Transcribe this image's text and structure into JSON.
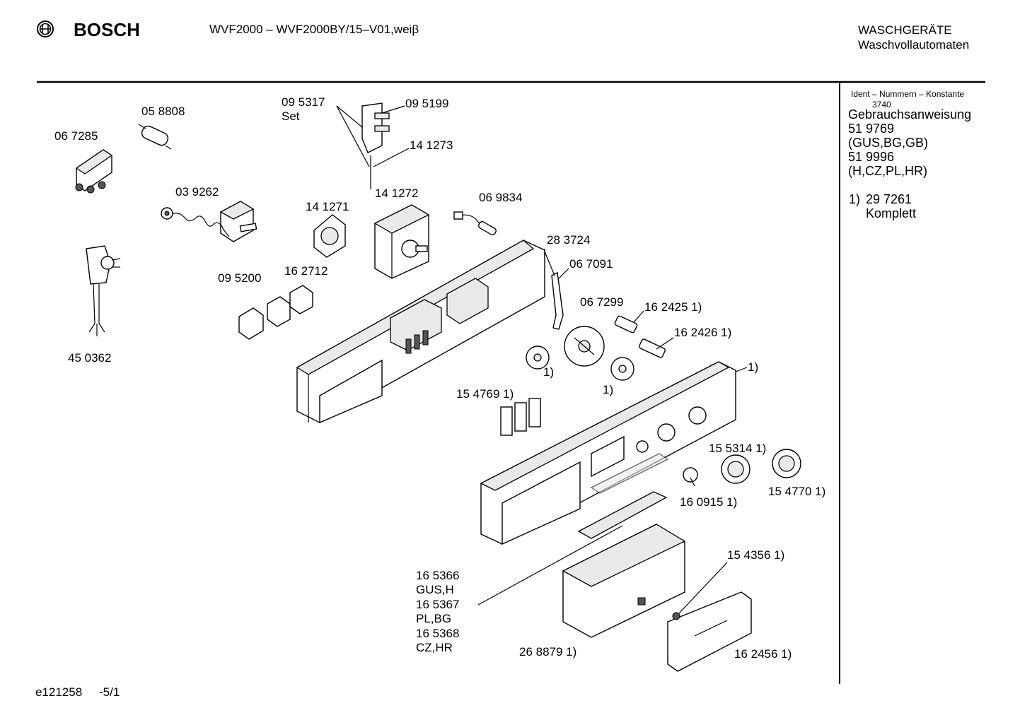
{
  "header": {
    "brand": "BOSCH",
    "model": "WVF2000 – WVF2000BY/15–V01,weiβ",
    "category": "WASCHGERÄTE",
    "subcategory": "Waschvollautomaten"
  },
  "side_panel": {
    "title": "Ident – Nummern – Konstante",
    "constant": "3740",
    "manual_label": "Gebrauchsanweisung",
    "lines": [
      "51 9769",
      "(GUS,BG,GB)",
      "51 9996",
      "(H,CZ,PL,HR)"
    ],
    "footnote_mark": "1)",
    "footnote_number": "29 7261",
    "footnote_text": "Komplett"
  },
  "footer": {
    "code": "e121258",
    "page": "-5/1"
  },
  "parts": {
    "p058808": "05 8808",
    "p067285": "06 7285",
    "p039262": "03 9262",
    "p450362": "45 0362",
    "p095317": "09 5317",
    "p095317_set": "Set",
    "p095199": "09 5199",
    "p141273": "14 1273",
    "p141271": "14 1271",
    "p141272": "14 1272",
    "p069834": "06 9834",
    "p095200": "09 5200",
    "p162712": "16 2712",
    "p283724": "28 3724",
    "p067091": "06 7091",
    "p067299": "06 7299",
    "p162425": "16 2425 1)",
    "p162426": "16 2426 1)",
    "p1_a": "1)",
    "p1_b": "1)",
    "p1_c": "1)",
    "p154769": "15 4769 1)",
    "p155314": "15 5314 1)",
    "p154770": "15 4770 1)",
    "p160915": "16 0915 1)",
    "p154356": "15 4356 1)",
    "p165366": "16 5366",
    "p_gus_h": "GUS,H",
    "p165367": "16 5367",
    "p_pl_bg": "PL,BG",
    "p165368": "16 5368",
    "p_cz_hr": "CZ,HR",
    "p268879": "26 8879 1)",
    "p162456": "16 2456 1)"
  }
}
